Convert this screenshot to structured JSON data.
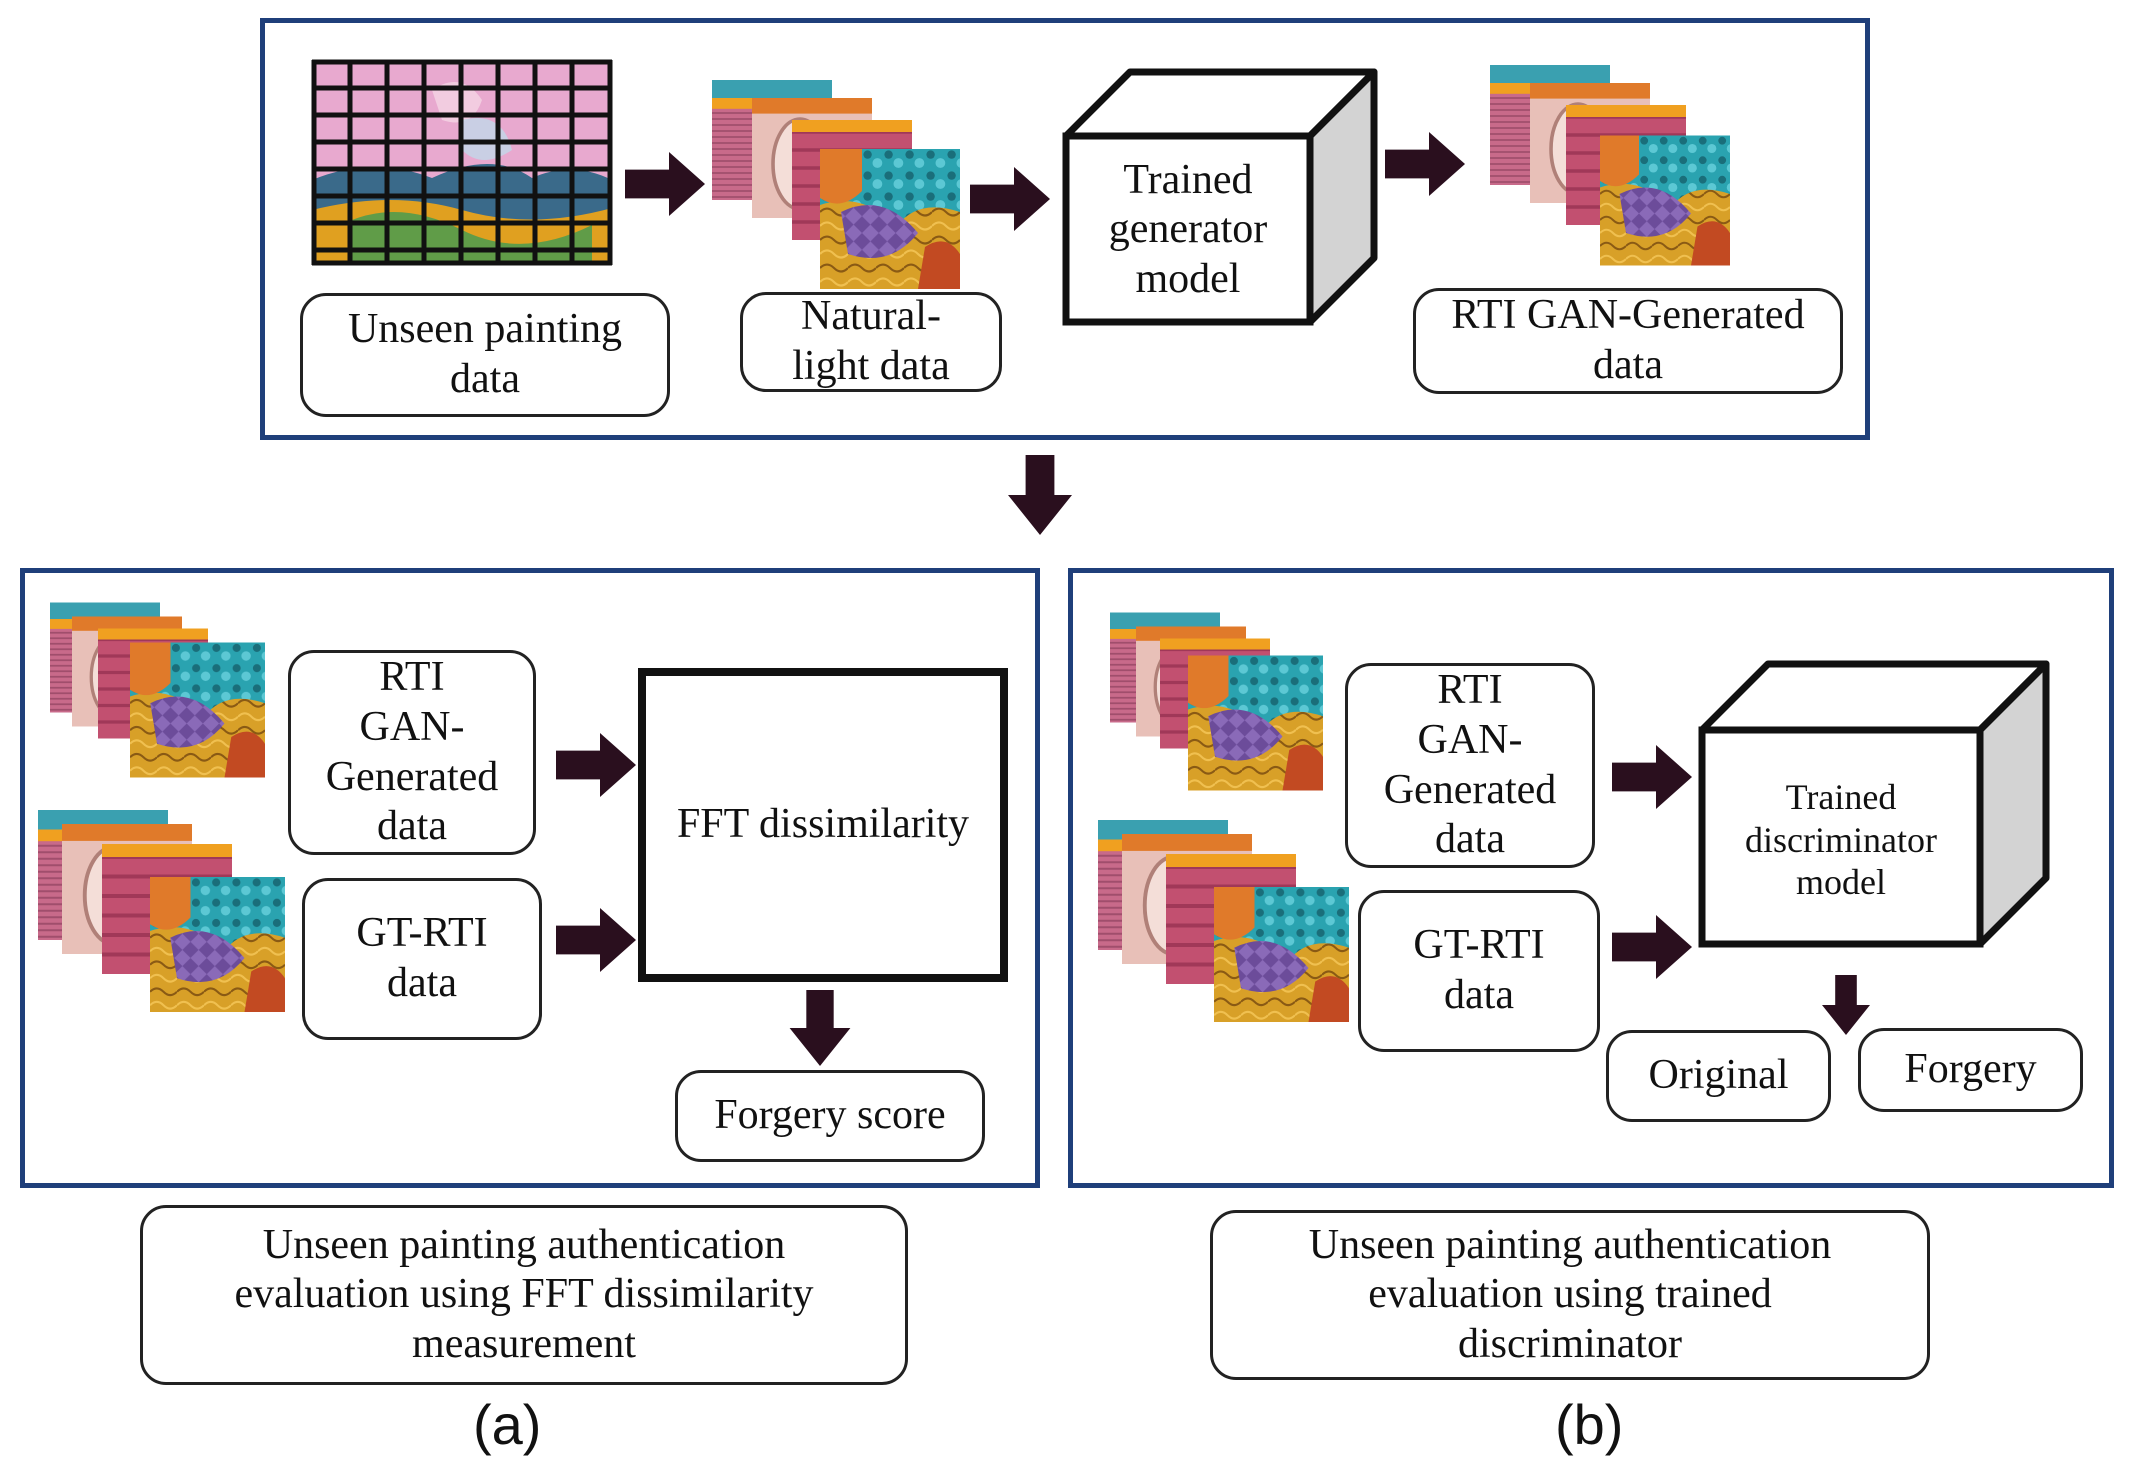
{
  "top": {
    "unseen_painting_label": "Unseen painting\ndata",
    "natural_light_label": "Natural-\nlight data",
    "generator_label": "Trained\ngenerator\nmodel",
    "rti_generated_label": "RTI GAN-Generated\ndata"
  },
  "panel_a": {
    "rti_label": "RTI\nGAN-\nGenerated\ndata",
    "gt_label": "GT-RTI\ndata",
    "fft_label": "FFT dissimilarity",
    "score_label": "Forgery score",
    "caption": "Unseen painting authentication\nevaluation using FFT dissimilarity\nmeasurement",
    "letter": "(a)"
  },
  "panel_b": {
    "rti_label": "RTI\nGAN-\nGenerated\ndata",
    "gt_label": "GT-RTI\ndata",
    "discriminator_label": "Trained\ndiscriminator\nmodel",
    "original_label": "Original",
    "forgery_label": "Forgery",
    "caption": "Unseen painting authentication\nevaluation using trained\ndiscriminator",
    "letter": "(b)"
  },
  "colors": {
    "panel_border": "#1f3f7a",
    "arrow": "#2a0f1e",
    "cube_side": "#d3d3d3",
    "grid_pink": "#e8a9cf"
  }
}
